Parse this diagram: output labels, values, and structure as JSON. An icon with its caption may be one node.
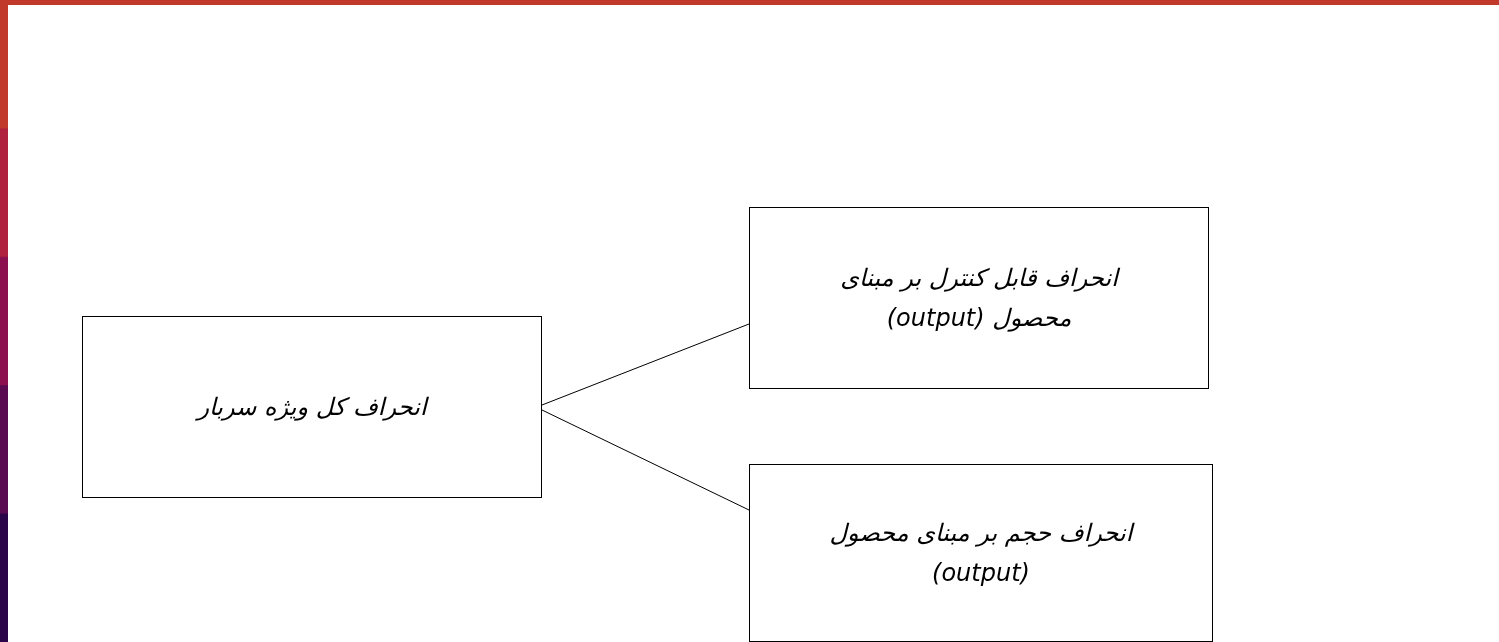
{
  "diagram": {
    "nodes": [
      {
        "text": [
          "انحراف کل ویژه سربار"
        ]
      },
      {
        "text": [
          "انحراف قابل کنترل بر مبنای محصول (output)"
        ]
      },
      {
        "text": [
          "انحراف حجم بر مبنای محصول (output)"
        ]
      }
    ],
    "edges": [
      {
        "from": 0,
        "to": 1,
        "arrow": "none"
      },
      {
        "from": 0,
        "to": 2,
        "arrow": "none"
      }
    ]
  }
}
